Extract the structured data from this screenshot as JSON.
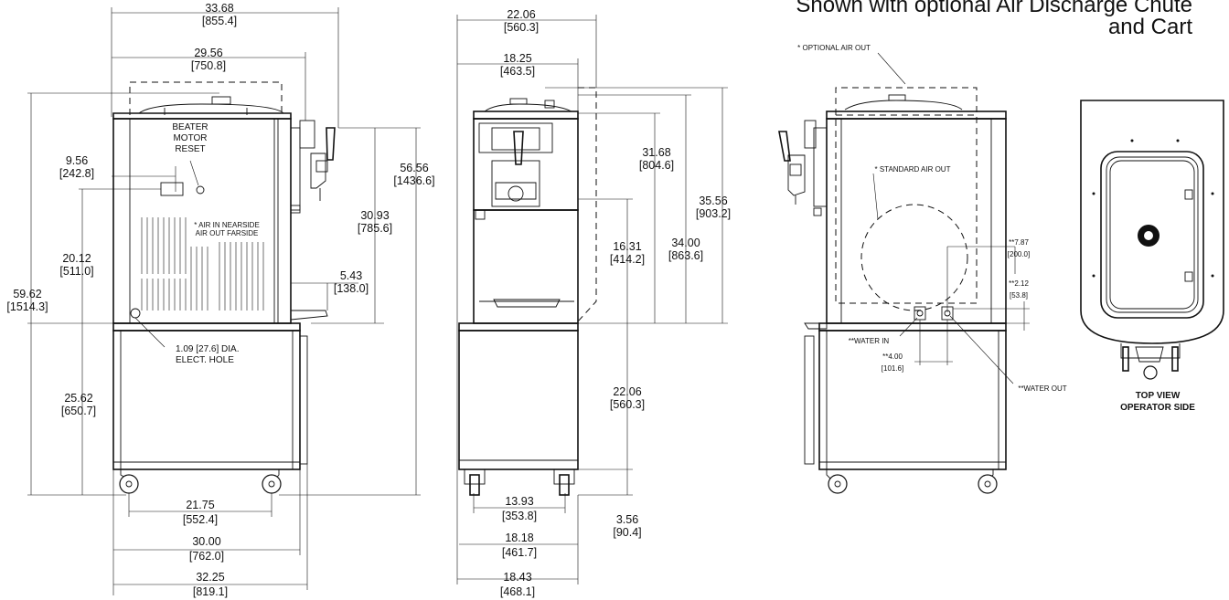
{
  "title": {
    "line1": "Shown with optional Air Discharge Chute",
    "line2": "and Cart"
  },
  "side_view": {
    "dims": [
      {
        "in": "33.68",
        "mm": "[855.4]"
      },
      {
        "in": "29.56",
        "mm": "[750.8]"
      },
      {
        "in": "9.56",
        "mm": "[242.8]"
      },
      {
        "in": "20.12",
        "mm": "[511.0]"
      },
      {
        "in": "59.62",
        "mm": "[1514.3]"
      },
      {
        "in": "25.62",
        "mm": "[650.7]"
      },
      {
        "in": "56.56",
        "mm": "[1436.6]"
      },
      {
        "in": "30.93",
        "mm": "[785.6]"
      },
      {
        "in": "5.43",
        "mm": "[138.0]"
      },
      {
        "in": "21.75",
        "mm": "[552.4]"
      },
      {
        "in": "30.00",
        "mm": "[762.0]"
      },
      {
        "in": "32.25",
        "mm": "[819.1]"
      }
    ],
    "beater": [
      "BEATER",
      "MOTOR",
      "RESET"
    ],
    "air_note": [
      "* AIR IN NEARSIDE",
      "AIR OUT FARSIDE"
    ],
    "hole_note": [
      "1.09 [27.6] DIA.",
      "ELECT. HOLE"
    ]
  },
  "front_view": {
    "dims": [
      {
        "in": "22.06",
        "mm": "[560.3]"
      },
      {
        "in": "18.25",
        "mm": "[463.5]"
      },
      {
        "in": "31.68",
        "mm": "[804.6]"
      },
      {
        "in": "35.56",
        "mm": "[903.2]"
      },
      {
        "in": "16.31",
        "mm": "[414.2]"
      },
      {
        "in": "34.00",
        "mm": "[863.6]"
      },
      {
        "in": "22.06",
        "mm": "[560.3]"
      },
      {
        "in": "13.93",
        "mm": "[353.8]"
      },
      {
        "in": "3.56",
        "mm": "[90.4]"
      },
      {
        "in": "18.18",
        "mm": "[461.7]"
      },
      {
        "in": "18.43",
        "mm": "[468.1]"
      }
    ]
  },
  "rear_view": {
    "optional_air": "* OPTIONAL AIR OUT",
    "standard_air": "* STANDARD AIR OUT",
    "dims": [
      {
        "in": "**7.87",
        "mm": "[200.0]"
      },
      {
        "in": "**2.12",
        "mm": "[53.8]"
      },
      {
        "in": "**4.00",
        "mm": "[101.6]"
      }
    ],
    "water_in": "**WATER IN",
    "water_out": "**WATER OUT"
  },
  "top_view": {
    "line1": "TOP VIEW",
    "line2": "OPERATOR SIDE"
  }
}
